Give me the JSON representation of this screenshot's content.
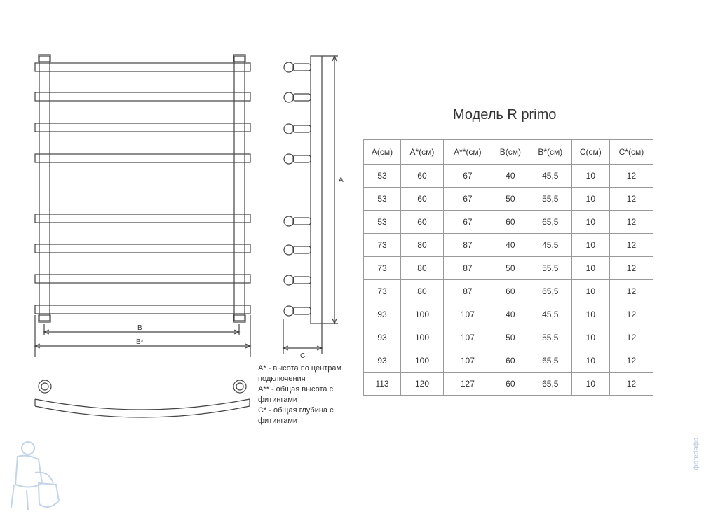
{
  "title": "Модель R primo",
  "table": {
    "headers": [
      "A(см)",
      "A*(см)",
      "A**(см)",
      "B(см)",
      "B*(см)",
      "C(см)",
      "C*(см)"
    ],
    "rows": [
      [
        "53",
        "60",
        "67",
        "40",
        "45,5",
        "10",
        "12"
      ],
      [
        "53",
        "60",
        "67",
        "50",
        "55,5",
        "10",
        "12"
      ],
      [
        "53",
        "60",
        "67",
        "60",
        "65,5",
        "10",
        "12"
      ],
      [
        "73",
        "80",
        "87",
        "40",
        "45,5",
        "10",
        "12"
      ],
      [
        "73",
        "80",
        "87",
        "50",
        "55,5",
        "10",
        "12"
      ],
      [
        "73",
        "80",
        "87",
        "60",
        "65,5",
        "10",
        "12"
      ],
      [
        "93",
        "100",
        "107",
        "40",
        "45,5",
        "10",
        "12"
      ],
      [
        "93",
        "100",
        "107",
        "50",
        "55,5",
        "10",
        "12"
      ],
      [
        "93",
        "100",
        "107",
        "60",
        "65,5",
        "10",
        "12"
      ],
      [
        "113",
        "120",
        "127",
        "60",
        "65,5",
        "10",
        "12"
      ]
    ]
  },
  "notes": [
    "A* - высота по центрам подключения",
    "A** - общая высота с фитингами",
    "C* - общая глубина с фитингами"
  ],
  "dimension_labels": {
    "a": "A",
    "b": "B",
    "b_star": "B*",
    "c": "C"
  },
  "watermark": "сфера.рф"
}
